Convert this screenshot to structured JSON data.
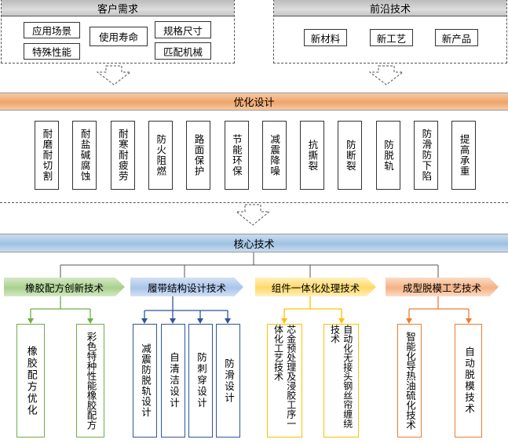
{
  "top_left": {
    "title": "客户需求",
    "items": [
      "应用场景",
      "使用寿命",
      "规格尺寸",
      "特殊性能",
      "匹配机械"
    ]
  },
  "top_right": {
    "title": "前沿技术",
    "items": [
      "新材料",
      "新工艺",
      "新产品"
    ]
  },
  "optimize": {
    "title": "优化设计",
    "items": [
      "耐磨耐切割",
      "耐盐碱腐蚀",
      "耐寒耐疲劳",
      "防火阻燃",
      "路面保护",
      "节能环保",
      "减震降噪",
      "抗撕裂",
      "防断裂",
      "防脱轨",
      "防滑防下陷",
      "提高承重"
    ]
  },
  "core": {
    "title": "核心技术",
    "categories": [
      {
        "name": "橡胶配方创新技术",
        "color": "#70ad47",
        "items": [
          "橡胶配方优化",
          "彩色特种性能橡胶配方"
        ]
      },
      {
        "name": "履带结构设计技术",
        "color": "#2f5597",
        "items": [
          "减震防脱轨设计",
          "自清洁设计",
          "防刺穿设计",
          "防滑设计"
        ]
      },
      {
        "name": "组件一体化处理技术",
        "color": "#ffc000",
        "items": [
          "芯金预处理及浸胶工序一体化工艺技术",
          "自动化无接头钢丝帘缠绕技术"
        ]
      },
      {
        "name": "成型脱模工艺技术",
        "color": "#ed7d31",
        "items": [
          "智能化导热油硫化技术",
          "自动脱模技术"
        ]
      }
    ]
  },
  "colors": {
    "green": "#70ad47",
    "blue": "#2f5597",
    "yellow": "#ffc000",
    "orange": "#ed7d31",
    "bar_orange": "#f0a468",
    "bar_blue": "#9fc1e3",
    "header_gray": "#c8c8c8"
  }
}
